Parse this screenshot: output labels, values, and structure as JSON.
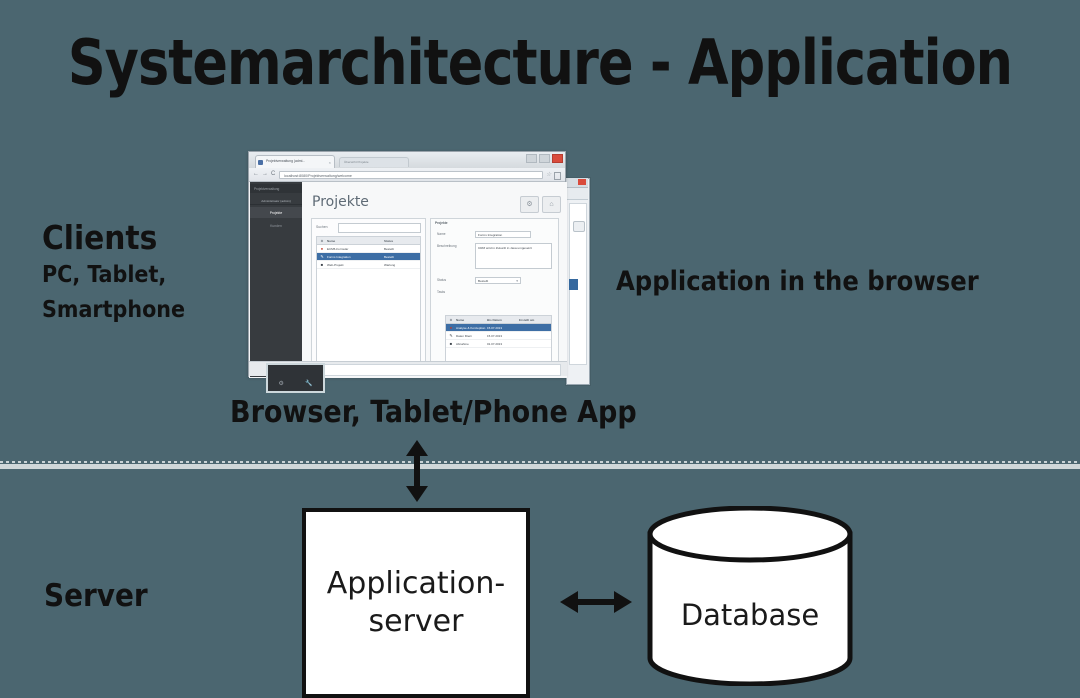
{
  "page": {
    "title": "Systemarchitecture - Application",
    "background_color": "#4b6670",
    "ink_color": "#111111"
  },
  "labels": {
    "clients_title": "Clients",
    "clients_line1": "PC, Tablet,",
    "clients_line2": "Smartphone",
    "browser_note": "Application in the browser",
    "client_tech": "Browser, Tablet/Phone App",
    "server_title": "Server"
  },
  "bottom": {
    "appserver_line1": "Application-",
    "appserver_line2": "server",
    "database_label": "Database",
    "vertical_arrow": "double-headed-vertical-arrow",
    "horizontal_arrow": "double-headed-horizontal-arrow"
  },
  "screenshot": {
    "browser": {
      "tab_active": "Projektverwaltung (admi...",
      "tab_close": "×",
      "tab_inactive": "Übersicht Projekte",
      "url": "localhost:8080/Projektverwaltung/welcome",
      "nav_back": "←",
      "nav_forward": "→",
      "nav_reload": "C",
      "star_icon": "☆",
      "menu_icon": "≡",
      "window_controls": [
        "minimize",
        "maximize",
        "close"
      ]
    },
    "app": {
      "brand": "Projektverwaltung",
      "user": "Administrator (admin)",
      "nav": [
        {
          "label": "Projekte",
          "active": true
        },
        {
          "label": "Kunden",
          "active": false
        }
      ],
      "footer_icons": [
        "gear-icon",
        "wrench-icon"
      ],
      "heading": "Projekte",
      "header_buttons": [
        "settings-icon",
        "home-icon"
      ],
      "search_label": "Suchen",
      "search_value": "",
      "list": {
        "columns": [
          "",
          "Name",
          "Status"
        ],
        "rows": [
          {
            "icon": "delete-icon",
            "name": "ECM5-Formular",
            "status": "Bestellt",
            "selected": false
          },
          {
            "icon": "edit-icon",
            "name": "Forms Integration",
            "status": "Bestellt",
            "selected": true
          },
          {
            "icon": "info-icon",
            "name": "Web-Projekt",
            "status": "Wartung",
            "selected": false
          }
        ]
      },
      "detail": {
        "legend": "Projekte",
        "name_label": "Name",
        "name_value": "Forms Integration",
        "desc_label": "Beschreibung",
        "desc_value": "CRM wird in Zukunft in Java umgesetzt",
        "status_label": "Status",
        "status_value": "Bestellt",
        "tasks_label": "Tasks",
        "tasks": {
          "columns": [
            "",
            "Name",
            "Bis Datum",
            "Erstellt am"
          ],
          "rows": [
            {
              "icon": "delete-icon",
              "name": "Analyse & Konzeption",
              "due": "15.07.2013",
              "created": "",
              "selected": true
            },
            {
              "icon": "edit-icon",
              "name": "Daten filtern",
              "due": "15.07.2013",
              "created": "",
              "selected": false
            },
            {
              "icon": "info-icon",
              "name": "Abnahme",
              "due": "01.07.2013",
              "created": "",
              "selected": false
            }
          ]
        }
      }
    },
    "phone": {
      "icons": [
        "gear-icon",
        "wrench-icon"
      ]
    },
    "tablet_window": {
      "window_controls": [
        "close"
      ],
      "icons": [
        "star-icon",
        "menu-icon",
        "home-icon"
      ]
    }
  }
}
